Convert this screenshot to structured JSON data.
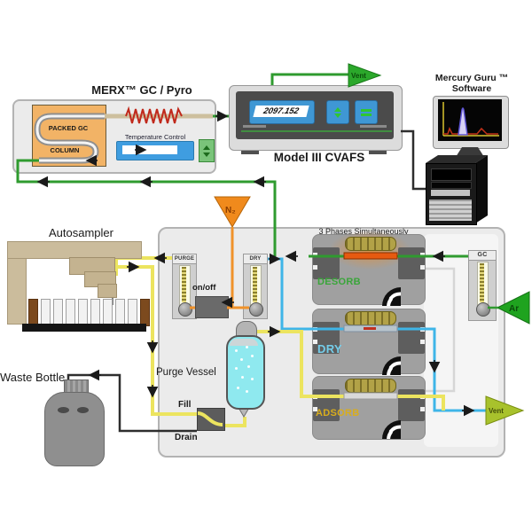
{
  "merx": {
    "title": "MERX™ GC / Pyro",
    "tube_top_label": "PACKED GC",
    "tube_bottom_label": "COLUMN",
    "temperature_control_label": "Temperature Control"
  },
  "cvafs": {
    "name": "Model III CVAFS",
    "display_value": "2097.152",
    "vent_label": "Vent"
  },
  "software": {
    "line1": "Mercury Guru ™",
    "line2": "Software"
  },
  "phases_box": {
    "title": "3 Phases Simultaneously",
    "modules": [
      {
        "label": "DESORB",
        "color": "#3aa53a"
      },
      {
        "label": "DRY",
        "color": "#74cdea"
      },
      {
        "label": "ADSORB",
        "color": "#d9ad1c"
      }
    ]
  },
  "flowmeters": {
    "purge": "PURGE",
    "dry": "DRY",
    "gc": "GC"
  },
  "valves": {
    "onoff": "on/off",
    "fill": "Fill",
    "drain": "Drain"
  },
  "sample_handling": {
    "autosampler": "Autosampler",
    "purge_vessel": "Purge Vessel",
    "waste_bottle": "Waste Bottle"
  },
  "gas_labels": {
    "n2": "N₂",
    "argon": "Ar",
    "vent_top": "Vent",
    "vent_bottom": "Vent"
  },
  "colors": {
    "sample_line": "#ece45f",
    "carrier_line": "#2f9b2f",
    "dry_line": "#3eb5e8",
    "n2_line": "#f0922a",
    "drain_line": "#2e2e2e",
    "n2_triangle": "#f08a1c",
    "vent_top_triangle": "#2ba82b",
    "vent_bottom_triangle": "#a8c22c",
    "argon_triangle": "#1fa31f"
  }
}
